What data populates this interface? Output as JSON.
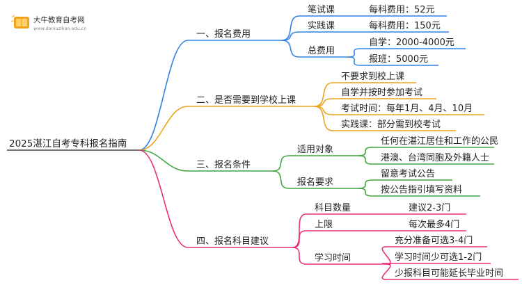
{
  "brand": {
    "name": "大牛教育自考网",
    "url": "www.daniuzikao.edu.cn"
  },
  "root": "2025湛江自考专科报名指南",
  "colors": {
    "blue": "#2f83e6",
    "orange": "#eca11a",
    "green": "#40a63e",
    "pink": "#ea2f78"
  },
  "branches": [
    {
      "label": "一、报名费用",
      "color": "blue",
      "children": [
        {
          "label": "笔试课",
          "children": [
            "每科费用：52元"
          ]
        },
        {
          "label": "实践课",
          "children": [
            "每科费用：150元"
          ]
        },
        {
          "label": "总费用",
          "children": [
            "自学：2000-4000元",
            "报班：5000元"
          ]
        }
      ]
    },
    {
      "label": "二、是否需要到学校上课",
      "color": "orange",
      "children": [
        {
          "label": "不要求到校上课"
        },
        {
          "label": "自学并按时参加考试"
        },
        {
          "label": "考试时间：每年1月、4月、10月"
        },
        {
          "label": "实践课：部分需到校考试"
        }
      ]
    },
    {
      "label": "三、报名条件",
      "color": "green",
      "children": [
        {
          "label": "适用对象",
          "children": [
            "任何在湛江居住和工作的公民",
            "港澳、台湾同胞及外籍人士"
          ]
        },
        {
          "label": "报名要求",
          "children": [
            "留意考试公告",
            "按公告指引填写资料"
          ]
        }
      ]
    },
    {
      "label": "四、报名科目建议",
      "color": "pink",
      "children": [
        {
          "label": "科目数量",
          "children": [
            "建议2-3门"
          ]
        },
        {
          "label": "上限",
          "children": [
            "每次最多4门"
          ]
        },
        {
          "label": "学习时间",
          "children": [
            "充分准备可选3-4门",
            "学习时间少可选1-2门",
            "少报科目可能延长毕业时间"
          ]
        }
      ]
    }
  ]
}
